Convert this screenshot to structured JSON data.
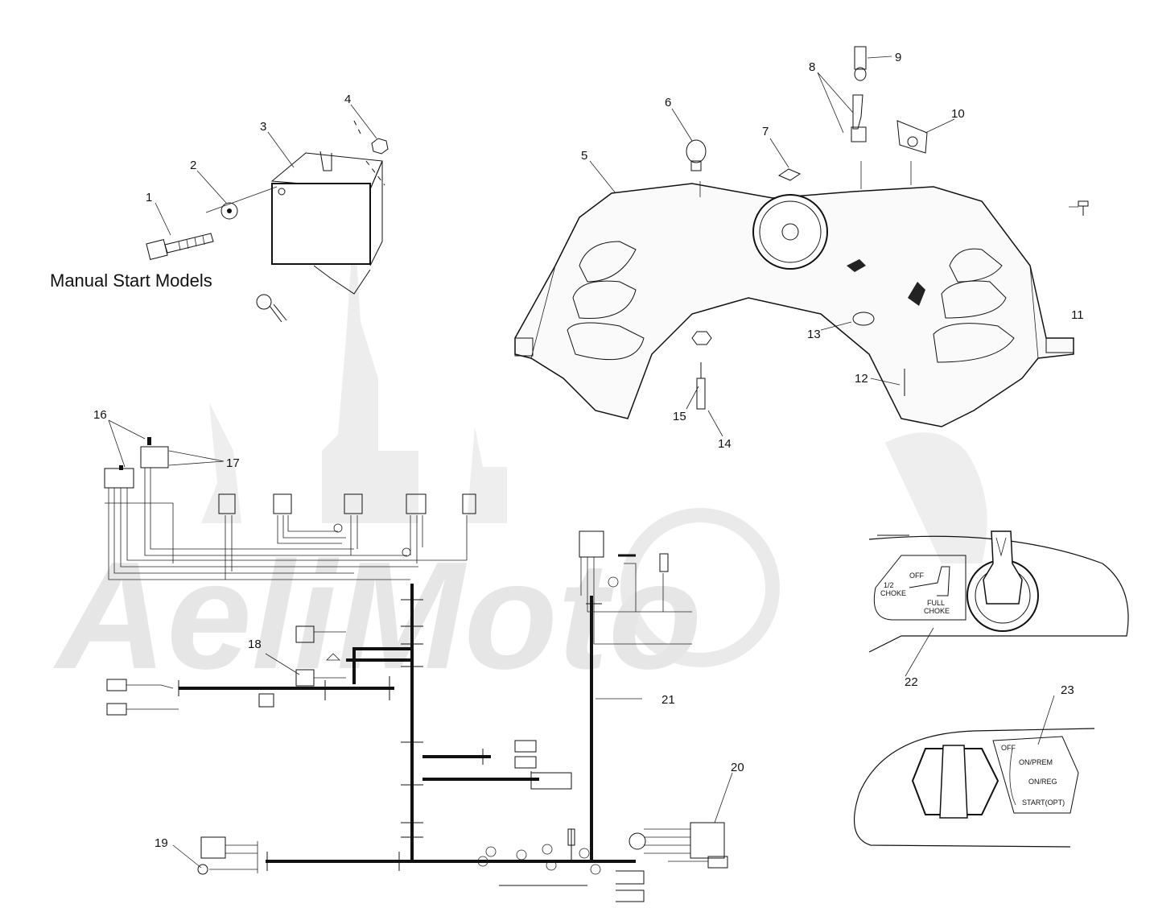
{
  "watermark": "AeliMoto",
  "caption": "Manual Start Models",
  "callouts": [
    "1",
    "2",
    "3",
    "4",
    "5",
    "6",
    "7",
    "8",
    "9",
    "10",
    "11",
    "12",
    "13",
    "14",
    "15",
    "16",
    "17",
    "18",
    "19",
    "20",
    "21",
    "22",
    "23"
  ],
  "choke_panel": {
    "off": "OFF",
    "half_choke": "1/2\nCHOKE",
    "full_choke": "FULL\nCHOKE"
  },
  "key_switch": {
    "off": "OFF",
    "on_prem": "ON/PREM",
    "on_reg": "ON/REG",
    "start_opt": "START(OPT)"
  }
}
